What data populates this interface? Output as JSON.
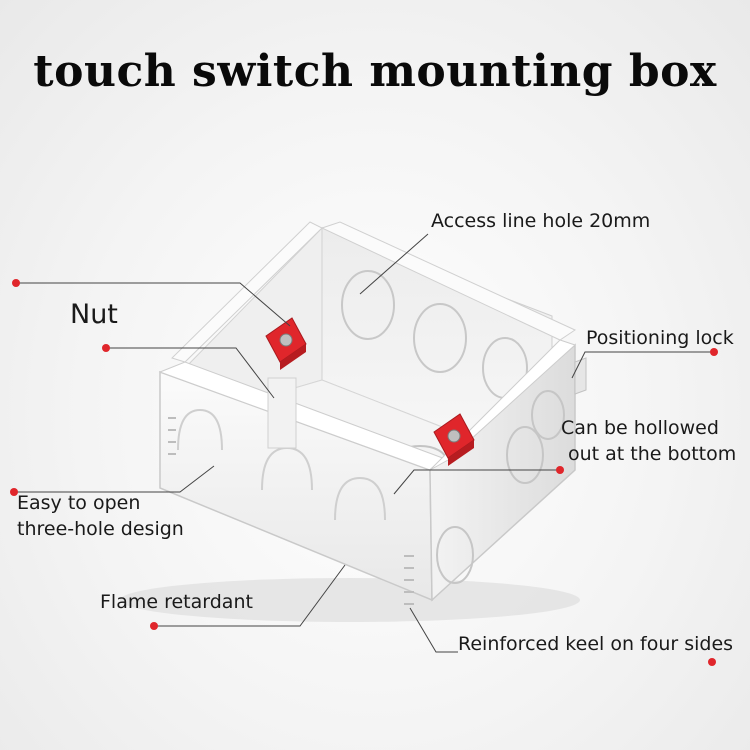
{
  "title": "touch switch mounting box",
  "labels": {
    "access_hole": "Access line hole 20mm",
    "nut": "Nut",
    "positioning_lock": "Positioning lock",
    "hollowed_line1": "Can be hollowed",
    "hollowed_line2": "out at the bottom",
    "easy_open_line1": "Easy to open",
    "easy_open_line2": "three-hole design",
    "flame": "Flame retardant",
    "keel": "Reinforced keel on four sides"
  },
  "colors": {
    "accent": "#e0262b",
    "box": "#f7f7f7",
    "outline": "#c9c9c9"
  }
}
